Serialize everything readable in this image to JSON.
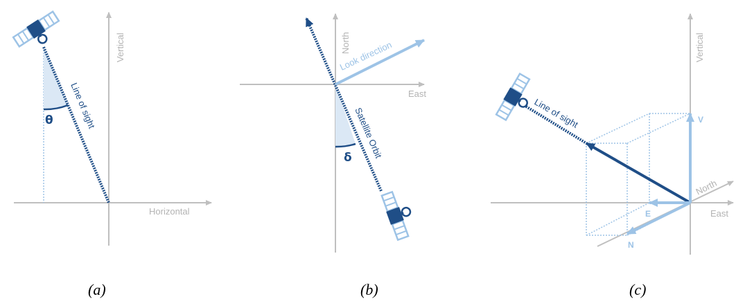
{
  "panel_a": {
    "axis_vertical": "Vertical",
    "axis_horizontal": "Horizontal",
    "line_label": "Line of sight",
    "angle_symbol": "θ",
    "caption": "(a)"
  },
  "panel_b": {
    "axis_north": "North",
    "axis_east": "East",
    "look_label": "Look direction",
    "orbit_label": "Satellite Orbit",
    "angle_symbol": "δ",
    "caption": "(b)"
  },
  "panel_c": {
    "axis_vertical": "Vertical",
    "axis_north": "North",
    "axis_east": "East",
    "line_label": "Line of sight",
    "comp_v": "V",
    "comp_e": "E",
    "comp_n": "N",
    "caption": "(c)"
  },
  "colors": {
    "axis": "#bfbfbf",
    "dark_blue": "#1f4e87",
    "light_blue": "#9dc3e6",
    "fill_blue": "#dbe8f5"
  }
}
